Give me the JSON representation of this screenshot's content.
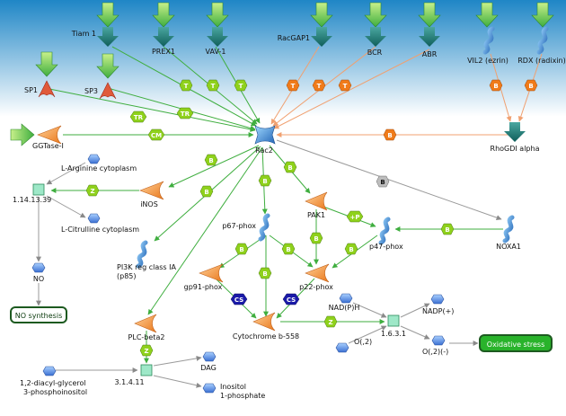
{
  "colors": {
    "background_top": "#1f86c6",
    "background_bottom": "#ffffff",
    "green_edge": "#3fae3f",
    "orange_edge": "#f0a070",
    "gray_edge": "#9a9a9a",
    "badge_green": "#8fd11c",
    "badge_orange": "#f07b1a",
    "badge_gray": "#bdbdbd",
    "badge_cs": "#1a1aa8",
    "outcome_dark": "#1d5a20",
    "outcome_bright": "#29b32b"
  },
  "nodes": {
    "tiam1": "Tiam 1",
    "prex1": "PREX1",
    "vav1": "VAV-1",
    "racgap1": "RacGAP1",
    "bcr": "BCR",
    "abr": "ABR",
    "vil2": "VIL2 (ezrin)",
    "rdx": "RDX (radixin)",
    "sp1": "SP1",
    "sp3": "SP3",
    "ggtase": "GGTase-I",
    "rac2": "Rac2",
    "rhogdi": "RhoGDI alpha",
    "l_arginine": "L-Arginine cytoplasm",
    "enzyme_no": "1.14.13.39",
    "inos": "iNOS",
    "l_citrulline": "L-Citrulline cytoplasm",
    "no": "NO",
    "no_synthesis": "NO synthesis",
    "pi3k_1": "PI3K reg class IA",
    "pi3k_2": "(p85)",
    "p67": "p67-phox",
    "pak1": "PAK1",
    "p47": "p47-phox",
    "noxa1": "NOXA1",
    "gp91": "gp91-phox",
    "p22": "p22-phox",
    "cyt_b558": "Cytochrome b-558",
    "nadph": "NAD(P)H",
    "nadp": "NADP(+)",
    "enzyme_ox": "1.6.3.1",
    "o2": "O(,2)",
    "o2minus": "O(,2)(-)",
    "oxidative_stress": "Oxidative stress",
    "plc": "PLC-beta2",
    "diacyl_1": "1,2-diacyl-glycerol",
    "diacyl_2": "3-phosphoinositol",
    "enzyme_plc": "3.1.4.11",
    "dag": "DAG",
    "inositol_1": "Inositol",
    "inositol_2": "1-phosphate"
  },
  "badges": {
    "t": "T",
    "tr": "TR",
    "cm": "CM",
    "b": "B",
    "z": "Z",
    "plus_p": "+P",
    "cs": "CS"
  }
}
